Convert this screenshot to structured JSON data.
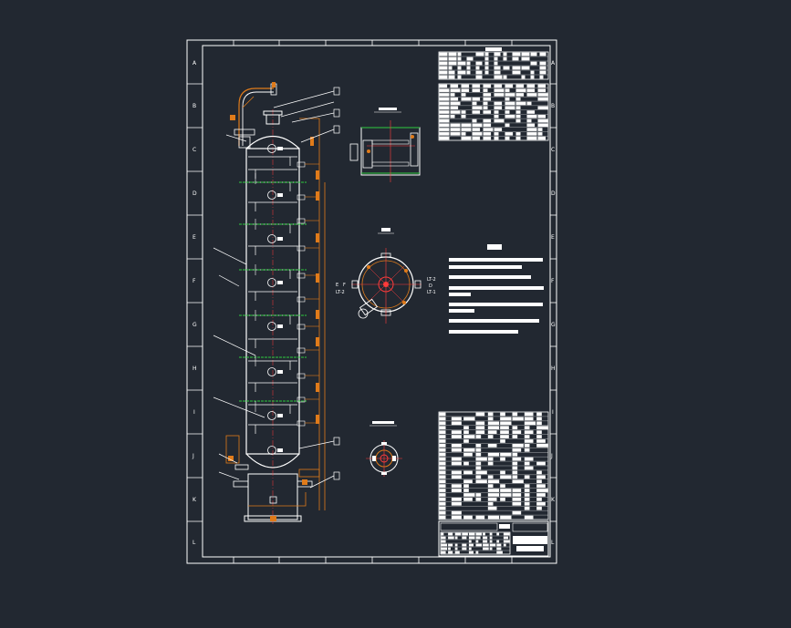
{
  "sheet": {
    "row_labels": [
      "A",
      "B",
      "C",
      "D",
      "E",
      "F",
      "G",
      "H",
      "I",
      "J",
      "K",
      "L"
    ]
  },
  "section_views": {
    "plan_orientation": {
      "left_marks": [
        "E",
        "F",
        "LT-2"
      ],
      "right_marks": [
        "LT-2",
        "D",
        "LT-1"
      ]
    }
  },
  "colors": {
    "background": "#222831",
    "linework": "#ffffff",
    "dimension": "#e07b1a",
    "centerline": "#ff3b3b",
    "tray_line": "#2ecc40"
  }
}
